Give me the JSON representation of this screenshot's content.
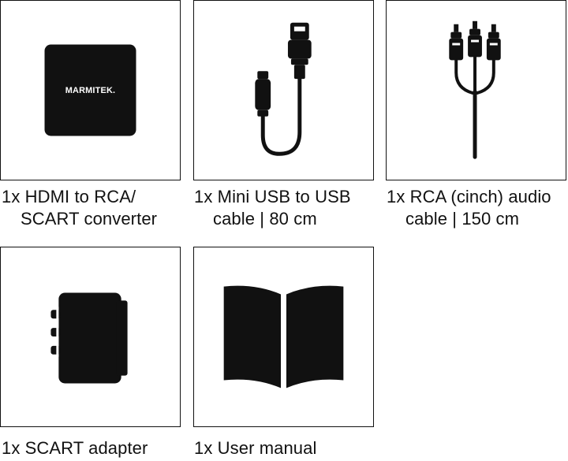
{
  "items": [
    {
      "icon": "converter-box-icon",
      "brand": "MARMITEK.",
      "caption_line1": "1x HDMI to RCA/",
      "caption_line2": "SCART converter"
    },
    {
      "icon": "mini-usb-cable-icon",
      "caption_line1": "1x Mini USB to USB",
      "caption_line2": "cable | 80 cm"
    },
    {
      "icon": "rca-cable-icon",
      "caption_line1": "1x RCA (cinch) audio",
      "caption_line2": "cable | 150 cm"
    },
    {
      "icon": "scart-adapter-icon",
      "caption_line1": "1x SCART adapter"
    },
    {
      "icon": "book-icon",
      "caption_line1": "1x User manual"
    }
  ]
}
